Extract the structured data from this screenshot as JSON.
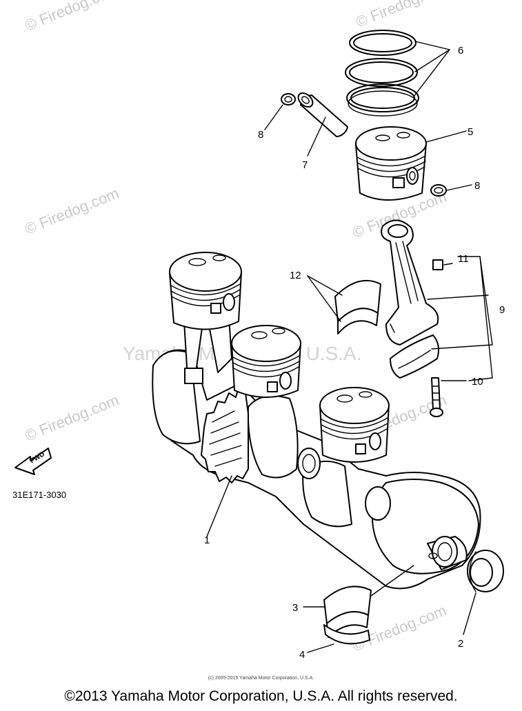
{
  "watermarks": {
    "firedog": "© Firedog.com",
    "yamaha": "Yamaha Motor Corp, U.S.A."
  },
  "callouts": {
    "c1": "1",
    "c2": "2",
    "c3": "3",
    "c4": "4",
    "c5": "5",
    "c6": "6",
    "c7": "7",
    "c8a": "8",
    "c8b": "8",
    "c9": "9",
    "c10": "10",
    "c11": "11",
    "c12": "12"
  },
  "part_code": "31E171-3030",
  "fwd_label": "FWD",
  "small_copyright": "(c) 2005-2015 Yamaha Motor Corporation, U.S.A.",
  "copyright": "©2013 Yamaha Motor Corporation, U.S.A. All rights reserved."
}
